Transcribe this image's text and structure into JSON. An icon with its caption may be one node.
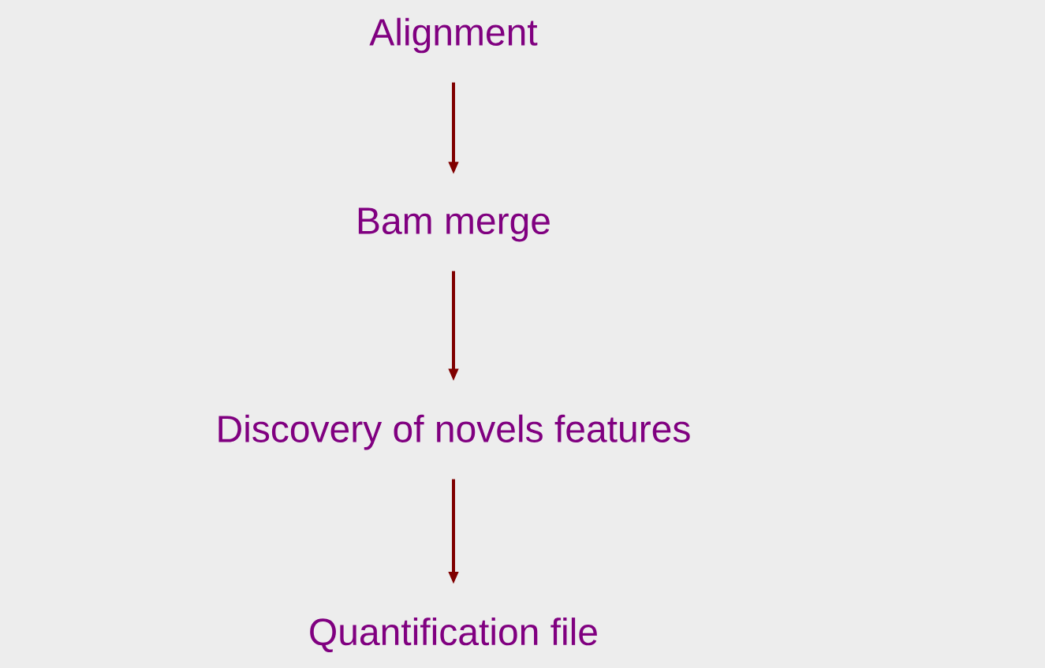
{
  "diagram": {
    "nodes": [
      {
        "text": [
          "Alignment"
        ]
      },
      {
        "text": [
          "Bam merge"
        ]
      },
      {
        "text": [
          "Discovery of novels features"
        ]
      },
      {
        "text": [
          "Quantification file"
        ]
      }
    ],
    "edges": [
      {
        "from": 0,
        "to": 1,
        "arrow": "to"
      },
      {
        "from": 1,
        "to": 2,
        "arrow": "to"
      },
      {
        "from": 2,
        "to": 3,
        "arrow": "to"
      }
    ]
  }
}
